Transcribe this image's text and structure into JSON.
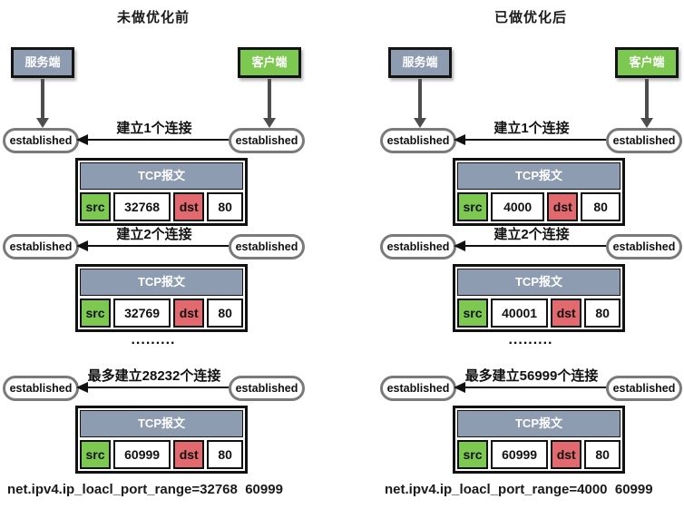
{
  "colors": {
    "header_blue": "#8E9CB2",
    "green": "#7CC850",
    "red": "#E2696E",
    "oval_border": "#7A7A7A",
    "arrow_gray": "#4D4D4D",
    "ink": "#111111"
  },
  "established": "established",
  "ellipsis": ".........",
  "table": {
    "header_label": "TCP报文",
    "src_label": "src",
    "dst_label": "dst",
    "dst_port": "80"
  },
  "panels": [
    {
      "title": "未做优化前",
      "server_label": "服务端",
      "client_label": "客户端",
      "rows": [
        {
          "arrow_label": "建立1个连接",
          "src_port": "32768"
        },
        {
          "arrow_label": "建立2个连接",
          "src_port": "32769"
        },
        {
          "arrow_label": "最多建立28232个连接",
          "src_port": "60999"
        }
      ],
      "footer": "net.ipv4.ip_loacl_port_range=32768  60999"
    },
    {
      "title": "已做优化后",
      "server_label": "服务端",
      "client_label": "客户端",
      "rows": [
        {
          "arrow_label": "建立1个连接",
          "src_port": "4000"
        },
        {
          "arrow_label": "建立2个连接",
          "src_port": "40001"
        },
        {
          "arrow_label": "最多建立56999个连接",
          "src_port": "60999"
        }
      ],
      "footer": "net.ipv4.ip_loacl_port_range=4000  60999"
    }
  ]
}
